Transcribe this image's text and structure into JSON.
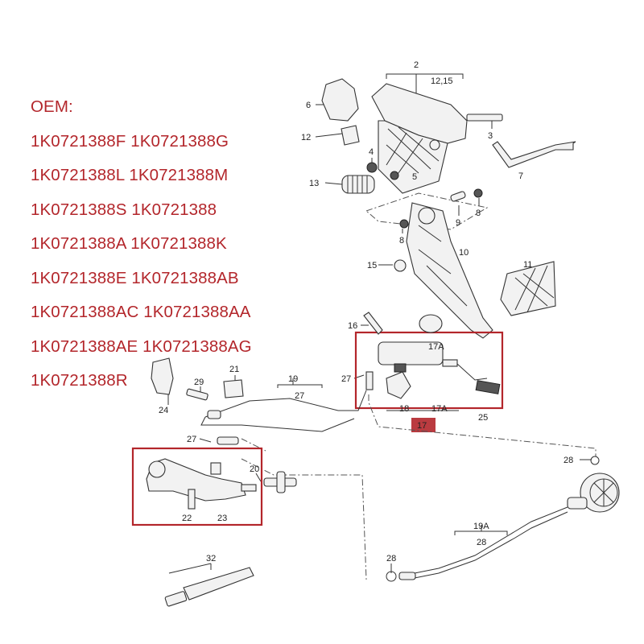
{
  "oem": {
    "heading": "OEM:",
    "lines": [
      "1K0721388F 1K0721388G",
      "1K0721388L 1K0721388M",
      "1K0721388S 1K0721388",
      "1K0721388A 1K0721388K",
      "1K0721388E 1K0721388AB",
      "1K0721388AC 1K0721388AA",
      "1K0721388AE 1K0721388AG",
      "1K0721388R"
    ]
  },
  "diagram": {
    "callouts": {
      "p2": "2",
      "p12_15": "12,15",
      "p6": "6",
      "p12": "12",
      "p3": "3",
      "p4": "4",
      "p5": "5",
      "p7": "7",
      "p13": "13",
      "p9": "9",
      "p8a": "8",
      "p8b": "8",
      "p10": "10",
      "p15": "15",
      "p11": "11",
      "p16": "16",
      "p17a_top": "17A",
      "p27a": "27",
      "p18": "18",
      "p17a_bottom": "17A",
      "p25": "25",
      "p17": "17",
      "p21": "21",
      "p29": "29",
      "p24": "24",
      "p19": "19",
      "p27b": "27",
      "p27c": "27",
      "p20": "20",
      "p22": "22",
      "p23": "23",
      "p28a": "28",
      "p19a": "19A",
      "p28b": "28",
      "p28c": "28",
      "p32": "32"
    },
    "highlight_color": "#b3262b"
  }
}
